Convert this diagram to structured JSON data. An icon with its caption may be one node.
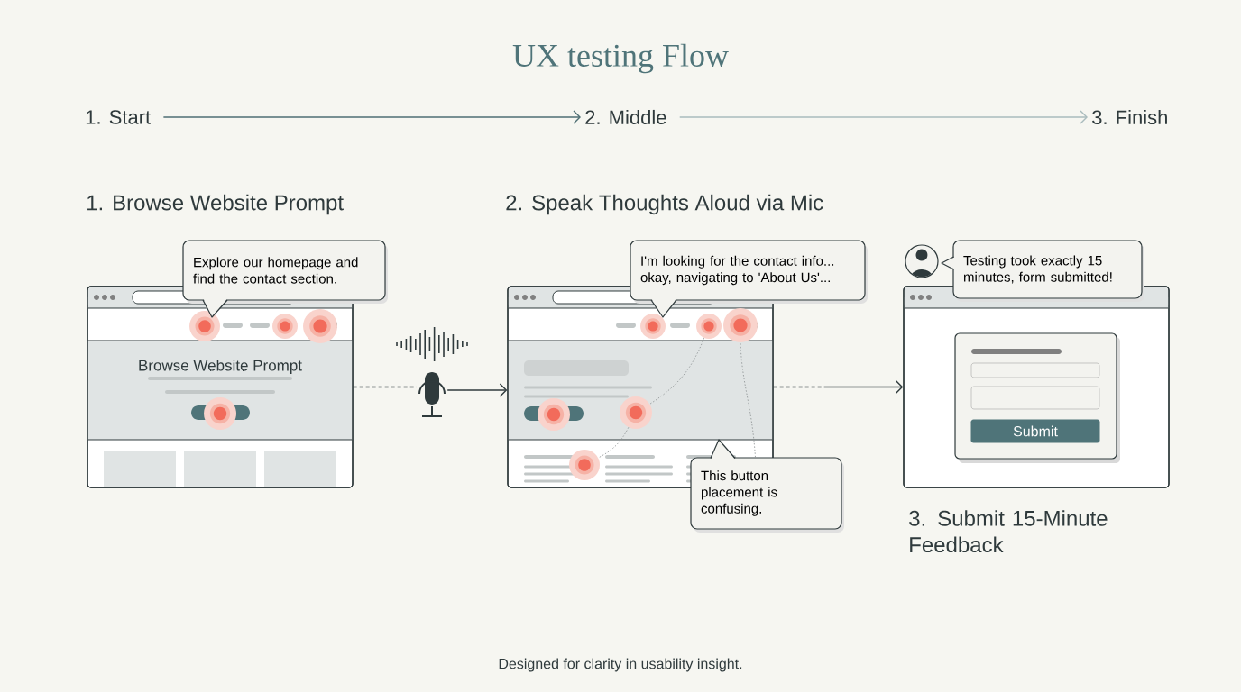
{
  "diagram": {
    "title": "UX testing Flow",
    "caption": "Designed for clarity in usability insight.",
    "nodes": [
      {
        "text": [
          "1. Start"
        ]
      },
      {
        "text": [
          "2. Middle"
        ]
      },
      {
        "text": [
          "3. Finish"
        ]
      },
      {
        "text": [
          "Browse Website Prompt"
        ]
      },
      {
        "text": [
          "Explore our homepage and find the contact section."
        ]
      },
      {
        "text": [],
        "shape": "microphone"
      },
      {
        "text": [],
        "shape": "window"
      },
      {
        "text": [
          "I'm looking for the contact info... okay, navigating to 'About Us'..."
        ]
      },
      {
        "text": [
          "This button placement is confusing."
        ]
      },
      {
        "text": [],
        "shape": "window"
      },
      {
        "text": [],
        "shape": "person"
      },
      {
        "text": [
          "Testing took exactly 15 minutes, form submitted!"
        ]
      },
      {
        "text": [
          "Submit"
        ],
        "in": 9
      },
      {
        "text": [],
        "shape": "circle",
        "in": 6
      },
      {
        "text": [],
        "shape": "circle",
        "in": 6
      },
      {
        "text": [],
        "shape": "circle",
        "in": 6
      },
      {
        "text": [],
        "shape": "circle",
        "in": 6
      },
      {
        "text": [],
        "shape": "circle",
        "in": 6
      },
      {
        "text": [],
        "shape": "circle",
        "in": 6
      },
      {
        "text": [],
        "shape": "circle",
        "in": 3
      },
      {
        "text": [],
        "shape": "circle",
        "in": 3
      },
      {
        "text": [],
        "shape": "circle",
        "in": 3
      },
      {
        "text": [],
        "shape": "circle",
        "in": 3
      }
    ],
    "edges": [
      {
        "from": 0,
        "to": 1,
        "arrow": "to",
        "color": "#4e6e73"
      },
      {
        "from": 1,
        "to": 2,
        "arrow": "to",
        "color": "#a9bbbd"
      },
      {
        "from": 3,
        "to": 5,
        "arrow": "none",
        "style": "dashed"
      },
      {
        "from": 5,
        "to": 6,
        "arrow": "to"
      },
      {
        "from": 6,
        "to": 9,
        "arrow": "to",
        "style": "dashed"
      },
      {
        "from": 8,
        "to": 13,
        "arrow": "none",
        "style": "dashed",
        "color": "#8a8f90"
      },
      {
        "from": 15,
        "to": 17,
        "arrow": "none",
        "style": "dashed",
        "color": "#8a8f90"
      },
      {
        "from": 17,
        "to": 18,
        "arrow": "none",
        "style": "dashed",
        "color": "#8a8f90"
      }
    ],
    "labels": [
      "1. Browse Website Prompt",
      "2. Speak Thoughts Aloud via Mic",
      "3. Submit 15-Minute Feedback"
    ]
  }
}
